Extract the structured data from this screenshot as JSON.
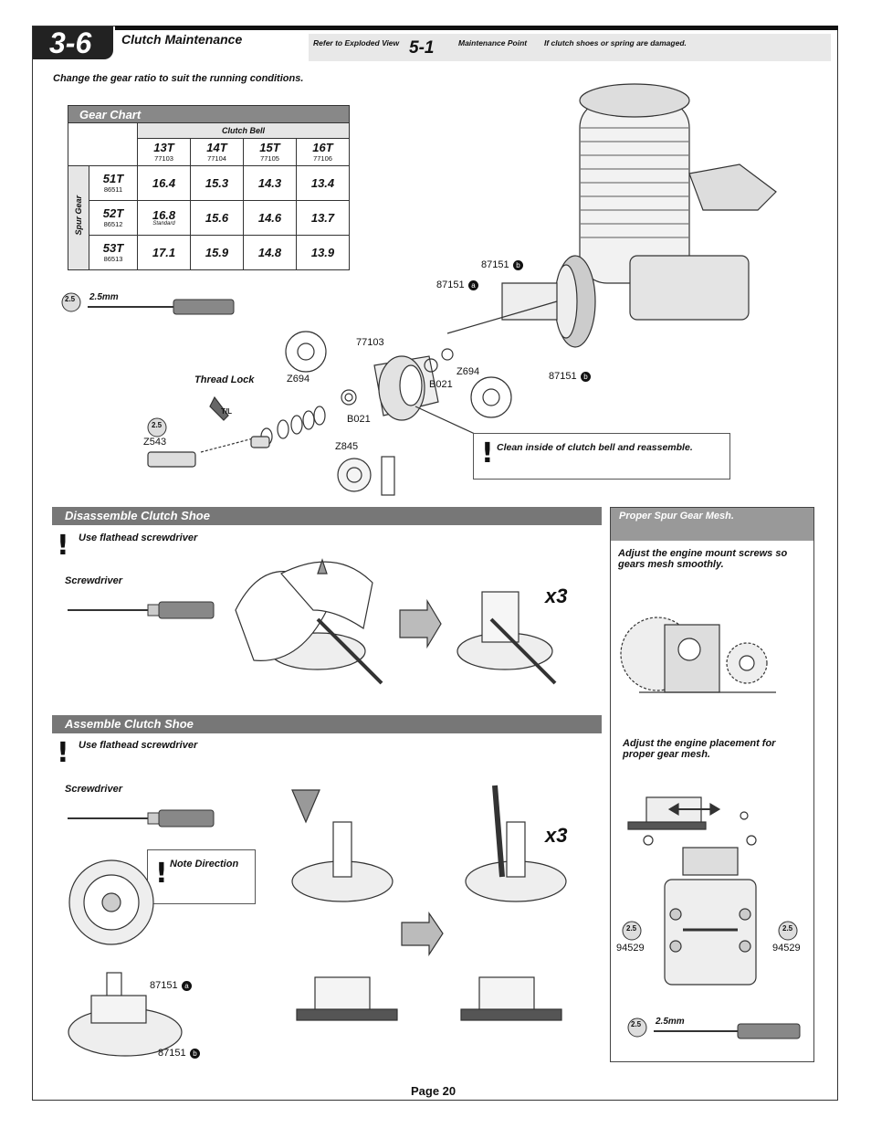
{
  "header": {
    "section_number": "3-6",
    "title": "Clutch Maintenance",
    "refer_label": "Refer to Exploded View",
    "refer_number": "5-1",
    "maintenance_label": "Maintenance Point",
    "maintenance_text": "If clutch shoes or spring are damaged."
  },
  "intro_note": "Change the gear ratio to suit the running conditions.",
  "gear_chart": {
    "title": "Gear Chart",
    "clutch_bell_label": "Clutch Bell",
    "spur_gear_label": "Spur Gear",
    "columns": [
      {
        "teeth": "13T",
        "part": "77103"
      },
      {
        "teeth": "14T",
        "part": "77104"
      },
      {
        "teeth": "15T",
        "part": "77105"
      },
      {
        "teeth": "16T",
        "part": "77106"
      }
    ],
    "rows": [
      {
        "teeth": "51T",
        "part": "86511",
        "values": [
          "16.4",
          "15.3",
          "14.3",
          "13.4"
        ]
      },
      {
        "teeth": "52T",
        "part": "86512",
        "values": [
          "16.8",
          "15.6",
          "14.6",
          "13.7"
        ],
        "standard_note": "Standard"
      },
      {
        "teeth": "53T",
        "part": "86513",
        "values": [
          "17.1",
          "15.9",
          "14.8",
          "13.9"
        ]
      }
    ]
  },
  "tools": {
    "hex_size_badge": "2.5",
    "hex_size_unit": "mm",
    "hex_label": "2.5mm",
    "screwdriver_label": "Screwdriver",
    "thread_lock_label": "Thread Lock",
    "tl_bottle": "T/L"
  },
  "exploded_parts": {
    "p87151b_top": "87151",
    "p87151a": "87151",
    "p87151b_right": "87151",
    "p77103": "77103",
    "z694_left": "Z694",
    "z694_right": "Z694",
    "b021_right": "B021",
    "b021_left": "B021",
    "z543": "Z543",
    "z845": "Z845",
    "marker_a": "a",
    "marker_b": "b"
  },
  "clean_note": "Clean inside of clutch bell and reassemble.",
  "disassemble": {
    "title": "Disassemble Clutch Shoe",
    "note": "Use flathead screwdriver",
    "screwdriver": "Screwdriver",
    "multiplier": "x3"
  },
  "assemble": {
    "title": "Assemble Clutch Shoe",
    "note": "Use flathead screwdriver",
    "screwdriver": "Screwdriver",
    "note_direction": "Note Direction",
    "multiplier": "x3",
    "p87151a": "87151",
    "p87151b": "87151"
  },
  "side_panel": {
    "title": "Proper Spur Gear Mesh.",
    "note1": "Adjust the engine mount screws so gears mesh smoothly.",
    "note2": "Adjust the engine placement for proper gear mesh.",
    "screw_left": "94529",
    "screw_right": "94529",
    "hex_label": "2.5mm"
  },
  "page_label": "Page 20"
}
